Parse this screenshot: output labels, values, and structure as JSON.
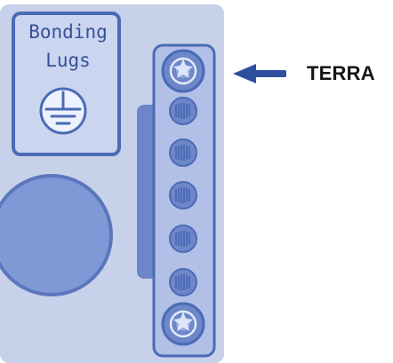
{
  "panel": {
    "badge_label": "Bonding\nLugs",
    "badge_icon": "ground-symbol",
    "lug_count": 7
  },
  "callout": {
    "label": "TERRA",
    "arrow_icon": "left-arrow"
  },
  "colors": {
    "panel_fill": "#c8d1ea",
    "panel_shadow": "#b9c4e2",
    "outline": "#4b6bb6",
    "accent": "#6c86c7",
    "arrow": "#2e4e9f",
    "text_dark": "#151515"
  }
}
